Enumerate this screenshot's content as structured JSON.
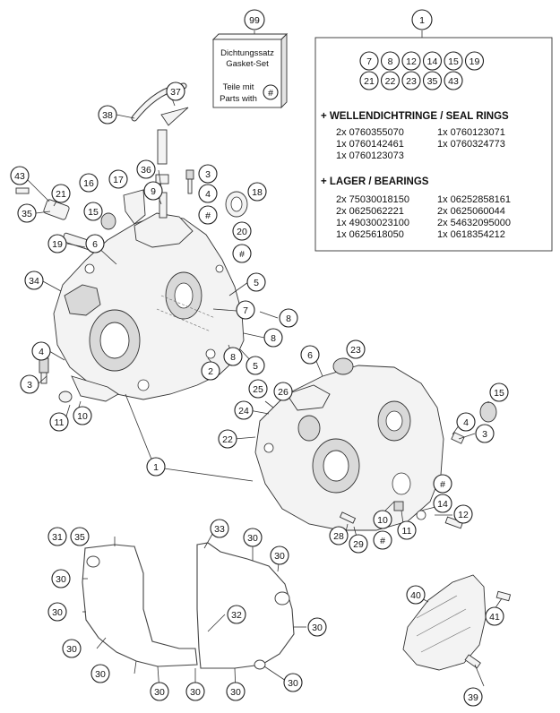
{
  "gasket_box": {
    "callout": "99",
    "line1": "Dichtungssatz",
    "line2": "Gasket-Set",
    "line3": "Teile mit",
    "line4": "Parts with",
    "symbol": "#"
  },
  "set_box": {
    "callout": "1",
    "included_row1": [
      "7",
      "8",
      "12",
      "14",
      "15",
      "19"
    ],
    "included_row2": [
      "21",
      "22",
      "23",
      "35",
      "43"
    ],
    "seal_heading": "+ WELLENDICHTRINGE / SEAL RINGS",
    "seal_left": [
      "2x 0760355070",
      "1x 0760142461",
      "1x 0760123073"
    ],
    "seal_right": [
      "1x 0760123071",
      "1x 0760324773"
    ],
    "bearing_heading": "+ LAGER / BEARINGS",
    "bearing_left": [
      "2x 75030018150",
      "2x 0625062221",
      "1x 49030023100",
      "1x 0625618050"
    ],
    "bearing_right": [
      "1x 06252858161",
      "2x 0625060044",
      "2x 54632095000",
      "1x 0618354212"
    ]
  },
  "callouts": [
    {
      "label": "43"
    },
    {
      "label": "21"
    },
    {
      "label": "35"
    },
    {
      "label": "16"
    },
    {
      "label": "17"
    },
    {
      "label": "15"
    },
    {
      "label": "36"
    },
    {
      "label": "9"
    },
    {
      "label": "3"
    },
    {
      "label": "4"
    },
    {
      "label": "#"
    },
    {
      "label": "18"
    },
    {
      "label": "20"
    },
    {
      "label": "#"
    },
    {
      "label": "37"
    },
    {
      "label": "38"
    },
    {
      "label": "19"
    },
    {
      "label": "6"
    },
    {
      "label": "34"
    },
    {
      "label": "5"
    },
    {
      "label": "7"
    },
    {
      "label": "8"
    },
    {
      "label": "8"
    },
    {
      "label": "4"
    },
    {
      "label": "3"
    },
    {
      "label": "11"
    },
    {
      "label": "10"
    },
    {
      "label": "2"
    },
    {
      "label": "8"
    },
    {
      "label": "5"
    },
    {
      "label": "6"
    },
    {
      "label": "23"
    },
    {
      "label": "25"
    },
    {
      "label": "26"
    },
    {
      "label": "24"
    },
    {
      "label": "22"
    },
    {
      "label": "15"
    },
    {
      "label": "4"
    },
    {
      "label": "3"
    },
    {
      "label": "1"
    },
    {
      "label": "#"
    },
    {
      "label": "14"
    },
    {
      "label": "12"
    },
    {
      "label": "10"
    },
    {
      "label": "11"
    },
    {
      "label": "28"
    },
    {
      "label": "29"
    },
    {
      "label": "#"
    },
    {
      "label": "31"
    },
    {
      "label": "35"
    },
    {
      "label": "33"
    },
    {
      "label": "30"
    },
    {
      "label": "30"
    },
    {
      "label": "30"
    },
    {
      "label": "30"
    },
    {
      "label": "32"
    },
    {
      "label": "30"
    },
    {
      "label": "30"
    },
    {
      "label": "30"
    },
    {
      "label": "30"
    },
    {
      "label": "30"
    },
    {
      "label": "30"
    },
    {
      "label": "30"
    },
    {
      "label": "40"
    },
    {
      "label": "41"
    },
    {
      "label": "39"
    }
  ]
}
